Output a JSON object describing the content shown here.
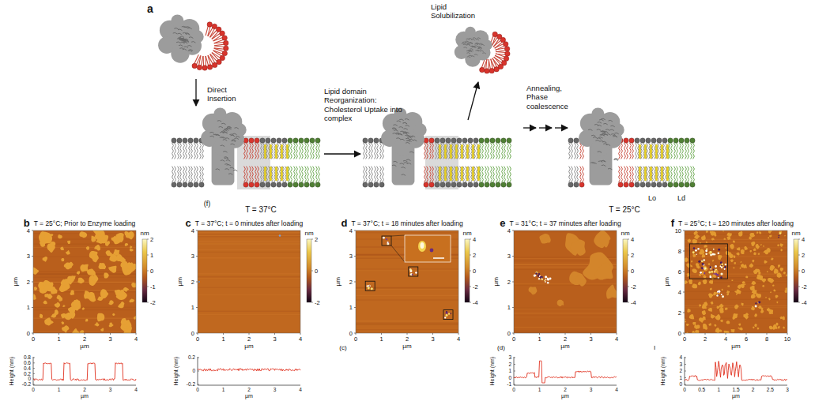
{
  "diagram": {
    "labels": [
      "a",
      "Direct Insertion",
      "Lipid Solubilization",
      "Lipid domain Reorganization: Cholesterol Uptake into complex",
      "Annealing, Phase coalescence",
      "T = 37°C",
      "(f)",
      "T = 25°C",
      "Lo",
      "Ld",
      "b",
      "T = 25°C; Prior to Enzyme loading",
      "µm",
      "0",
      "1",
      "2",
      "3",
      "4",
      "0",
      "1",
      "2",
      "3",
      "4",
      "µm",
      "nm",
      "2",
      "1",
      "0",
      "-1",
      "-2",
      "Height (nm)",
      "0.8",
      "0.6",
      "0.4",
      "0.2",
      "0",
      "-0.2",
      "0",
      "1",
      "2",
      "3",
      "4",
      "µm",
      "c",
      "T = 37°C; t = 0 minutes after loading",
      "µm",
      "0",
      "1",
      "2",
      "3",
      "4",
      "0",
      "1",
      "2",
      "3",
      "4",
      "µm",
      "nm",
      "2",
      "0",
      "-2",
      "Height (nm)",
      "0.2",
      "0",
      "-0.2",
      "0",
      "1",
      "2",
      "3",
      "4",
      "µm",
      "d",
      "T = 37°C; t = 18 minutes after loading",
      "µm",
      "0",
      "1",
      "2",
      "3",
      "4",
      "0",
      "1",
      "2",
      "3",
      "4",
      "µm",
      "nm",
      "4",
      "2",
      "0",
      "-2",
      "-4",
      "(c)",
      "e",
      "T = 31°C; t = 37 minutes after loading",
      "µm",
      "0",
      "1",
      "2",
      "3",
      "4",
      "0",
      "1",
      "2",
      "3",
      "4",
      "µm",
      "nm",
      "4",
      "2",
      "0",
      "-2",
      "-4",
      "(d)",
      "Height (nm)",
      "3",
      "2",
      "1",
      "0",
      "-1",
      "0",
      "1",
      "2",
      "3",
      "4",
      "µm",
      "f",
      "T = 25°C; t = 120 minutes after loading",
      "µm",
      "0",
      "2",
      "4",
      "6",
      "8",
      "10",
      "0",
      "2",
      "4",
      "6",
      "8",
      "10",
      "µm",
      "nm",
      "4",
      "2",
      "0",
      "-2",
      "-4",
      "I",
      "Height (nm)",
      "4",
      "3",
      "2",
      "1",
      "0",
      "0",
      "0.5",
      "1",
      "1.5",
      "2",
      "2.5",
      "3",
      "µm"
    ]
  }
}
